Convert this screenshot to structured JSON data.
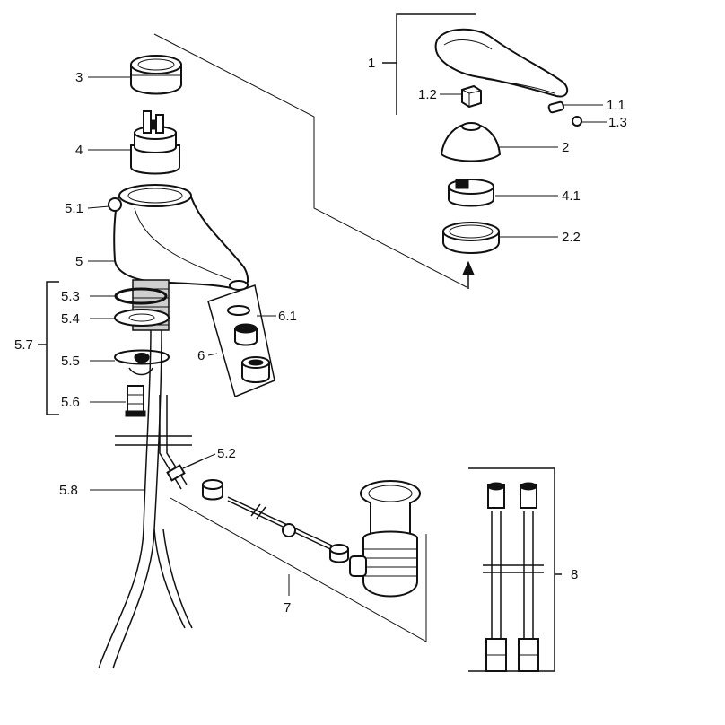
{
  "labels": {
    "p1": "1",
    "p1_2": "1.2",
    "p1_1": "1.1",
    "p1_3": "1.3",
    "p2": "2",
    "p4_1": "4.1",
    "p2_2": "2.2",
    "p3": "3",
    "p4": "4",
    "p5_1": "5.1",
    "p5": "5",
    "p5_3": "5.3",
    "p5_4": "5.4",
    "p5_7": "5.7",
    "p5_5": "5.5",
    "p5_6": "5.6",
    "p6_1": "6.1",
    "p6": "6",
    "p5_2": "5.2",
    "p5_8": "5.8",
    "p7": "7",
    "p8": "8"
  },
  "colors": {
    "ink": "#111111",
    "paper": "#ffffff"
  }
}
